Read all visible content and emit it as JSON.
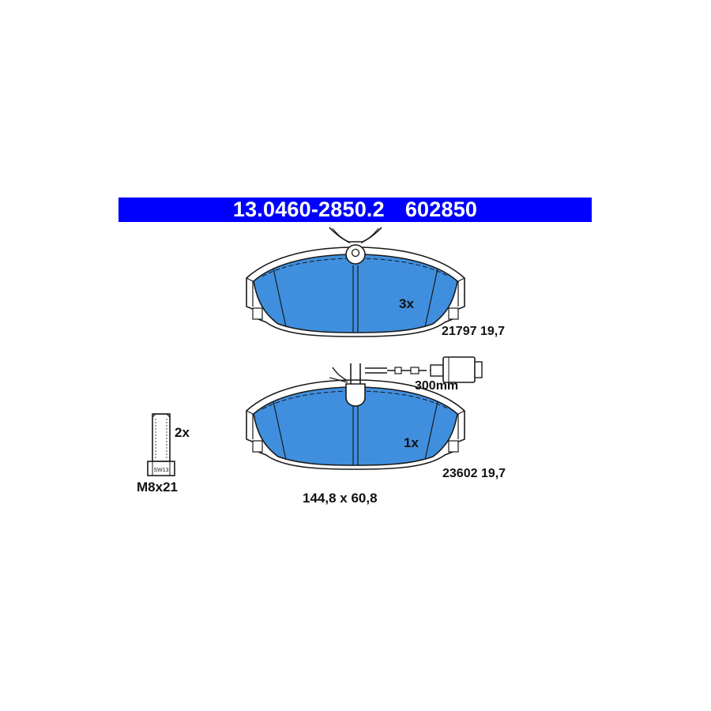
{
  "header": {
    "part_number": "13.0460-2850.2",
    "ref_number": "602850"
  },
  "pad_top": {
    "quantity": "3x",
    "code": "21797 19,7"
  },
  "pad_bottom": {
    "quantity": "1x",
    "code": "23602 19,7",
    "wire_length": "300mm"
  },
  "bolt": {
    "quantity": "2x",
    "size": "M8x21",
    "wrench_label": "SW13"
  },
  "dimensions": "144,8 x 60,8",
  "colors": {
    "header_bg": "#0000ff",
    "pad_friction": "#3f8fde",
    "outline": "#1a1a1a"
  }
}
